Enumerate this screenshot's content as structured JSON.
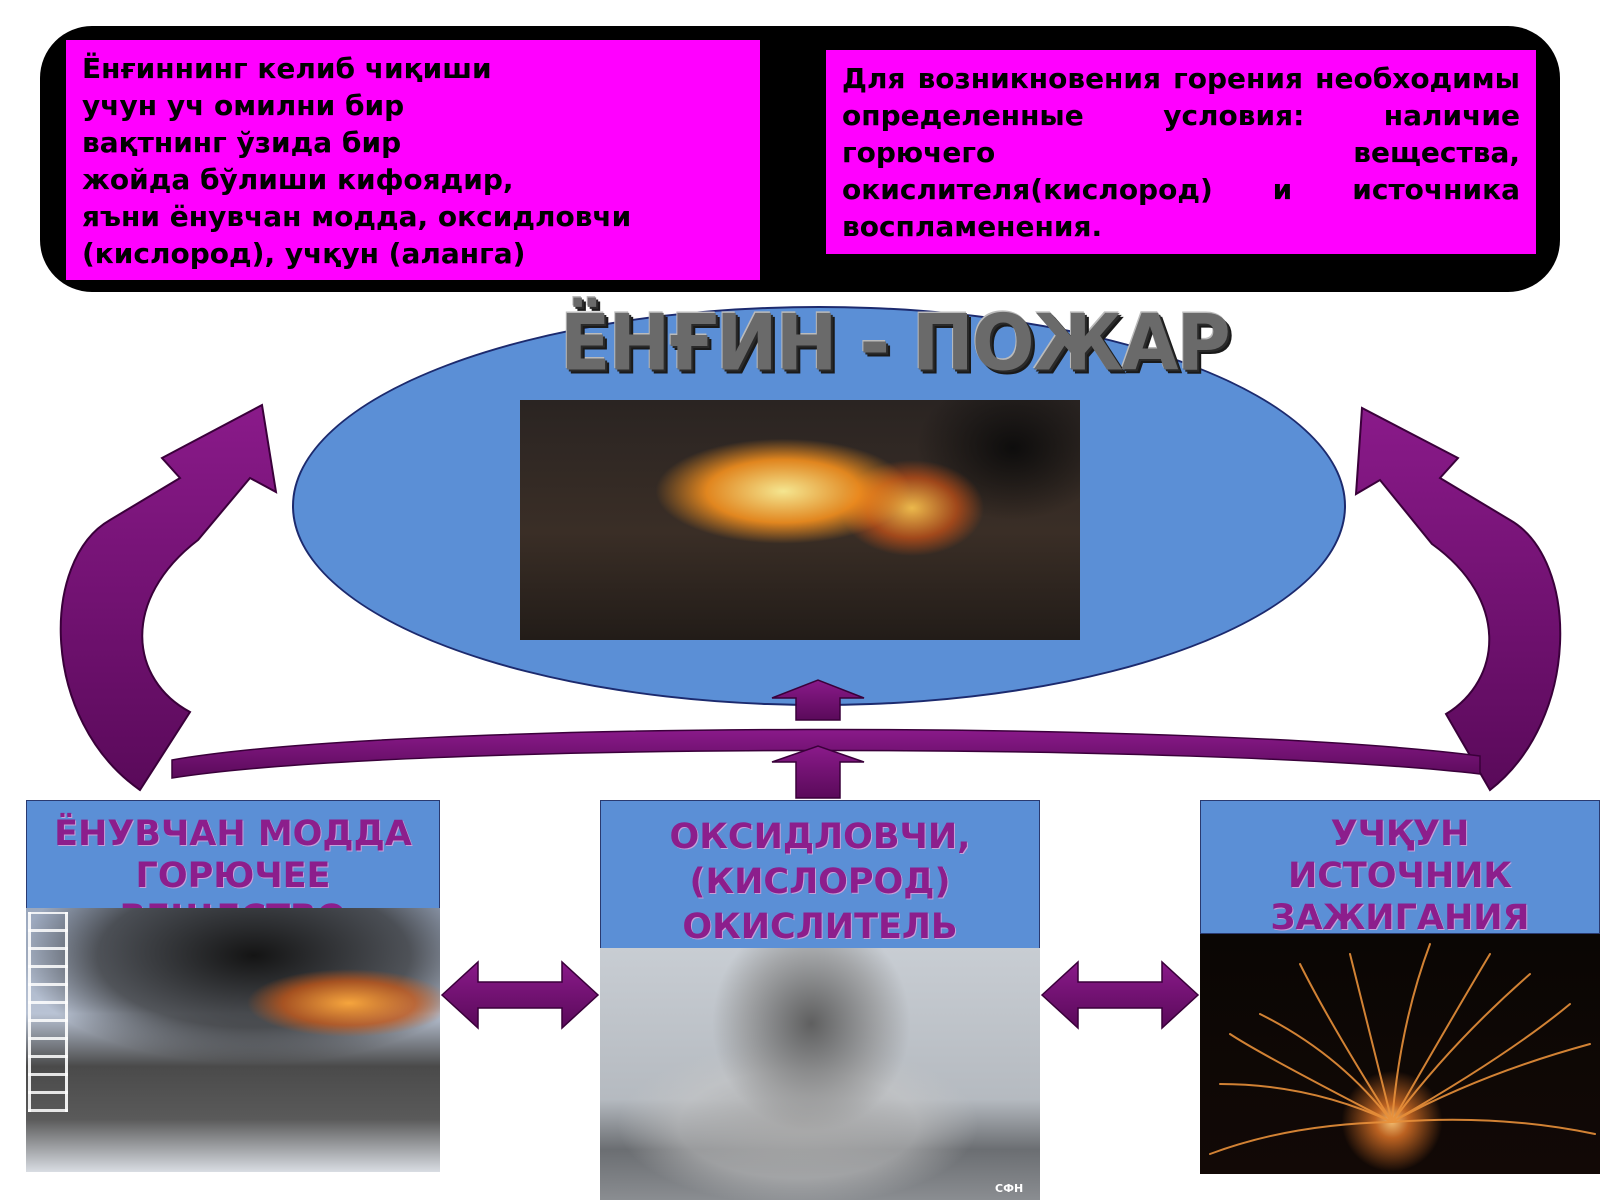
{
  "banner": {
    "uz_lines": [
      "Ёнғиннинг келиб чиқиши",
      "учун уч омилни бир",
      "вақтнинг ўзида бир",
      "жойда бўлиши кифоядир,",
      "яъни ёнувчан модда, оксидловчи",
      "(кислород), учқун (аланга)"
    ],
    "ru_text": "Для возникновения горения необходимы определенные условия: наличие горючего вещества, окислителя(кислород) и источника воспламенения."
  },
  "center": {
    "title": "ЁНҒИН - ПОЖАР"
  },
  "cards": {
    "fuel": {
      "line1": "ЁНУВЧАН МОДДА",
      "line2": "ГОРЮЧЕЕ ВЕЩЕСТВО"
    },
    "oxidizer": {
      "line1": "ОКСИДЛОВЧИ,",
      "line2": "(КИСЛОРОД)",
      "line3": "ОКИСЛИТЕЛЬ"
    },
    "spark": {
      "line1": "УЧҚУН",
      "line2": "ИСТОЧНИК",
      "line3": "ЗАЖИГАНИЯ"
    }
  },
  "photo_credit": "СФН",
  "colors": {
    "banner": "#000000",
    "magenta": "#ff00ff",
    "blue": "#5b8fd6",
    "arrow_purple": "#7a0a7a",
    "card_text": "#8c1e8c"
  }
}
